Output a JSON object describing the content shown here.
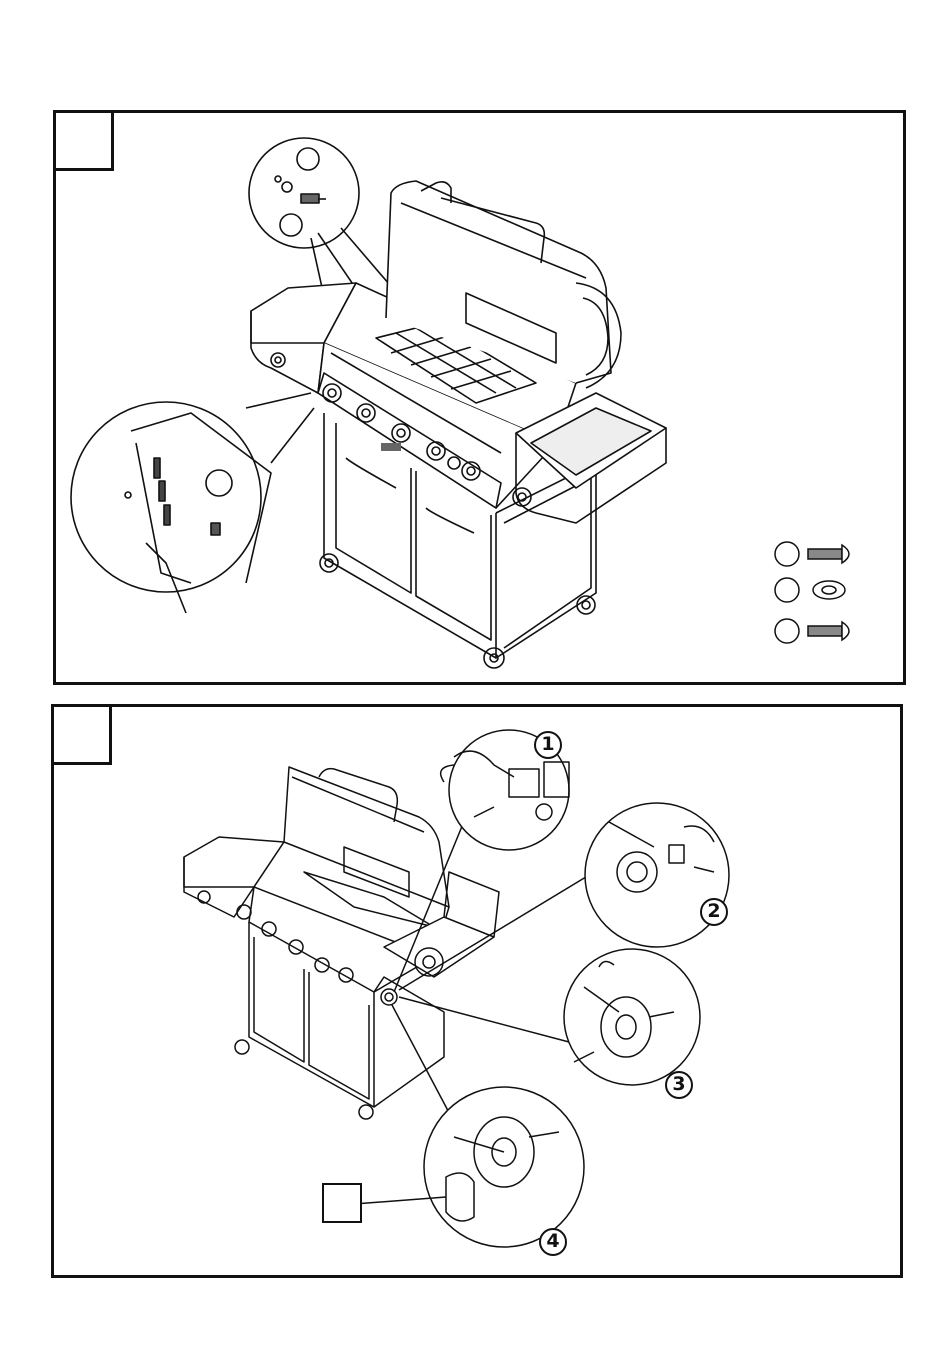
{
  "panels": [
    {
      "step_label": "",
      "parts": [
        "",
        "",
        ""
      ]
    },
    {
      "step_label": "",
      "callouts": [
        "1",
        "2",
        "3",
        "4"
      ],
      "part_label": ""
    }
  ],
  "colors": {
    "line": "#111111",
    "fill": "#ffffff",
    "hatch": "#555555"
  },
  "icons": [
    "screw-icon",
    "washer-icon",
    "rotate-arrow-icon",
    "gas-grill-illustration"
  ]
}
